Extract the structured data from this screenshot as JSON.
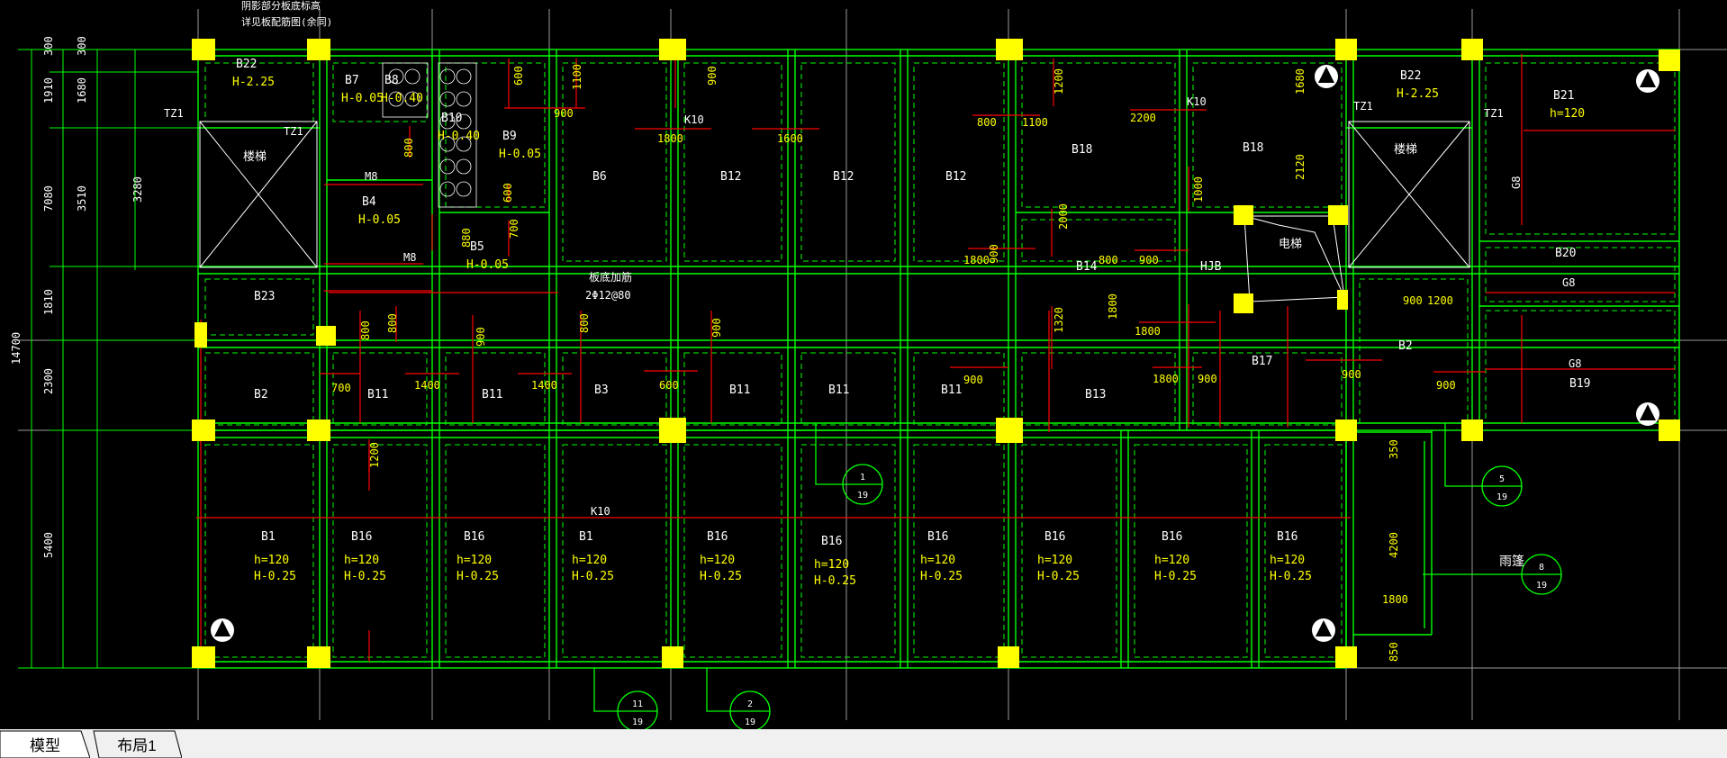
{
  "drawing": {
    "dims_left_outer": [
      "300",
      "1910",
      "7080",
      "1810",
      "2300",
      "5400"
    ],
    "dims_left_inner": [
      "300",
      "1680",
      "3510",
      "3280"
    ],
    "dims_total": "14700",
    "notes_top": [
      "阴影部分板底标高",
      "详见板配筋图(余同)"
    ],
    "room_stair": "楼梯",
    "room_elevator": "电梯",
    "room_canopy": "雨篷",
    "rebar_note": [
      "板底加筋",
      "2Φ12@80"
    ],
    "labels_beams": [
      "TZ1",
      "TZ1",
      "TZ1",
      "TZ1",
      "M8",
      "M8",
      "K10",
      "K10",
      "K10",
      "G8",
      "G8",
      "G8"
    ],
    "slabs": [
      {
        "name": "B22",
        "sub": "H-2.25"
      },
      {
        "name": "B7",
        "sub": "H-0.05"
      },
      {
        "name": "B8",
        "sub": "H-0.40"
      },
      {
        "name": "B10",
        "sub": "H-0.40"
      },
      {
        "name": "B9",
        "sub": "H-0.05"
      },
      {
        "name": "B4",
        "sub": "H-0.05"
      },
      {
        "name": "B5",
        "sub": "H-0.05"
      },
      {
        "name": "B6",
        "sub": ""
      },
      {
        "name": "B12",
        "sub": ""
      },
      {
        "name": "B12",
        "sub": ""
      },
      {
        "name": "B12",
        "sub": ""
      },
      {
        "name": "B18",
        "sub": ""
      },
      {
        "name": "B18",
        "sub": ""
      },
      {
        "name": "B22",
        "sub": "H-2.25"
      },
      {
        "name": "B21",
        "sub": "h=120"
      },
      {
        "name": "B14",
        "sub": ""
      },
      {
        "name": "HJB",
        "sub": ""
      },
      {
        "name": "B20",
        "sub": ""
      },
      {
        "name": "B23",
        "sub": ""
      },
      {
        "name": "B2",
        "sub": ""
      },
      {
        "name": "B11",
        "sub": ""
      },
      {
        "name": "B11",
        "sub": ""
      },
      {
        "name": "B3",
        "sub": ""
      },
      {
        "name": "B11",
        "sub": ""
      },
      {
        "name": "B11",
        "sub": ""
      },
      {
        "name": "B11",
        "sub": ""
      },
      {
        "name": "B13",
        "sub": ""
      },
      {
        "name": "B17",
        "sub": ""
      },
      {
        "name": "B2",
        "sub": ""
      },
      {
        "name": "B19",
        "sub": ""
      }
    ],
    "bottom_slabs": [
      {
        "name": "B1",
        "h": "h=120",
        "H": "H-0.25"
      },
      {
        "name": "B16",
        "h": "h=120",
        "H": "H-0.25"
      },
      {
        "name": "B16",
        "h": "h=120",
        "H": "H-0.25"
      },
      {
        "name": "B1",
        "h": "h=120",
        "H": "H-0.25"
      },
      {
        "name": "B16",
        "h": "h=120",
        "H": "H-0.25"
      },
      {
        "name": "B16",
        "h": "h=120",
        "H": "H-0.25"
      },
      {
        "name": "B16",
        "h": "h=120",
        "H": "H-0.25"
      },
      {
        "name": "B16",
        "h": "h=120",
        "H": "H-0.25"
      },
      {
        "name": "B16",
        "h": "h=120",
        "H": "H-0.25"
      },
      {
        "name": "B16",
        "h": "h=120",
        "H": "H-0.25"
      }
    ],
    "rebar_dims": [
      "600",
      "1100",
      "900",
      "1800",
      "1600",
      "900",
      "800",
      "1100",
      "1200",
      "2200",
      "1680",
      "2120",
      "1000",
      "800",
      "600",
      "700",
      "880",
      "800",
      "2000",
      "1800",
      "900",
      "1320",
      "800",
      "700",
      "900",
      "800",
      "900",
      "1800",
      "900",
      "900",
      "1800",
      "800",
      "1200",
      "1200",
      "1400",
      "1400",
      "600",
      "900",
      "1800",
      "900",
      "900",
      "900",
      "350",
      "4200",
      "1800",
      "850"
    ],
    "section_marks": [
      {
        "top": "1",
        "bottom": "19"
      },
      {
        "top": "5",
        "bottom": "19"
      },
      {
        "top": "8",
        "bottom": "19"
      },
      {
        "top": "11",
        "bottom": "19"
      },
      {
        "top": "2",
        "bottom": "19"
      }
    ]
  },
  "tabs": [
    {
      "label": "模型",
      "active": true
    },
    {
      "label": "布局1",
      "active": false
    }
  ]
}
